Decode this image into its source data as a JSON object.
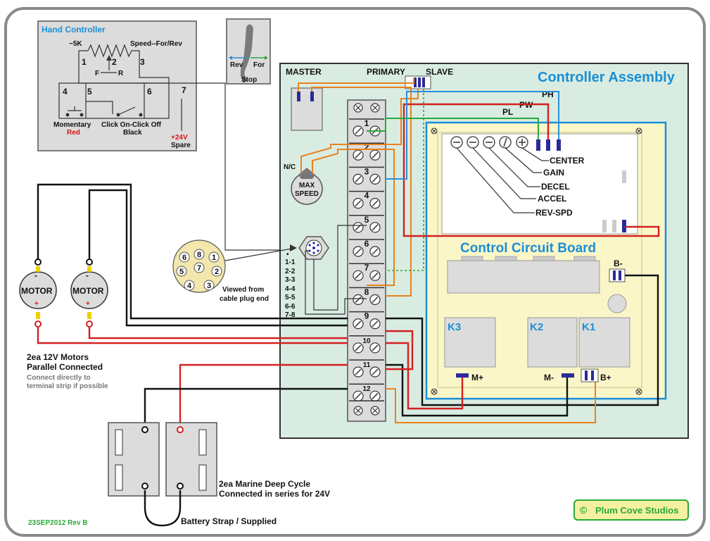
{
  "hand_controller": {
    "title": "Hand Controller",
    "resistor_label": "~5K",
    "speed_label": "Speed--For/Rev",
    "pins": [
      "1",
      "2",
      "3",
      "4",
      "5",
      "6",
      "7"
    ],
    "f_label": "F",
    "r_label": "R",
    "momentary_label": "Momentary",
    "momentary_color": "Red",
    "click_label": "Click On-Click Off",
    "click_color": "Black",
    "plus24_label": "+24V",
    "spare_label": "Spare"
  },
  "throttle": {
    "rev_label": "Rev",
    "for_label": "For",
    "stop_label": "Stop"
  },
  "controller_assembly": {
    "title": "Controller Assembly",
    "master_label": "MASTER",
    "primary_label": "PRIMARY",
    "slave_label": "SLAVE",
    "ph_label": "PH",
    "pw_label": "PW",
    "pl_label": "PL",
    "nc_label": "N/C",
    "max_speed_label": "MAX\nSPEED",
    "max_label": "MAX",
    "speed_label": "SPEED"
  },
  "terminal_strip": {
    "numbers": [
      "1",
      "2",
      "3",
      "4",
      "5",
      "6",
      "7",
      "8",
      "9",
      "10",
      "11",
      "12"
    ]
  },
  "circuit_board": {
    "title": "Control Circuit Board",
    "pots": [
      "CENTER",
      "GAIN",
      "DECEL",
      "ACCEL",
      "REV-SPD"
    ],
    "relays": [
      "K3",
      "K2",
      "K1"
    ],
    "b_minus": "B-",
    "b_plus": "B+",
    "m_plus": "M+",
    "m_minus": "M-"
  },
  "connector": {
    "pins": [
      "1",
      "2",
      "3",
      "4",
      "5",
      "6",
      "7",
      "8"
    ],
    "pin_map": [
      "1-1",
      "2-2",
      "3-3",
      "4-4",
      "5-5",
      "6-6",
      "7-8"
    ],
    "view_label_1": "Viewed from",
    "view_label_2": "cable plug end"
  },
  "motors": {
    "label": "MOTOR",
    "plus": "+",
    "minus": "-",
    "note_title_1": "2ea 12V Motors",
    "note_title_2": "Parallel Connected",
    "note_sub_1": "Connect directly to",
    "note_sub_2": "terminal strip if possible"
  },
  "batteries": {
    "note_1": "2ea Marine Deep Cycle",
    "note_2": "Connected in series for 24V",
    "strap_label": "Battery Strap / Supplied"
  },
  "footer": {
    "date": "23SEP2012  Rev B",
    "copyright_symbol": "©",
    "studio": "Plum Cove Studios"
  },
  "colors": {
    "frame": "#888888",
    "assembly_bg": "#d9ece2",
    "board_bg": "#fbf6c8",
    "accent_blue": "#1a8fd6",
    "wire_red": "#d42020",
    "wire_orange": "#e8821e",
    "wire_green": "#2aa83a",
    "wire_blue": "#2a8fd8",
    "footer_green": "#2aa83a"
  }
}
